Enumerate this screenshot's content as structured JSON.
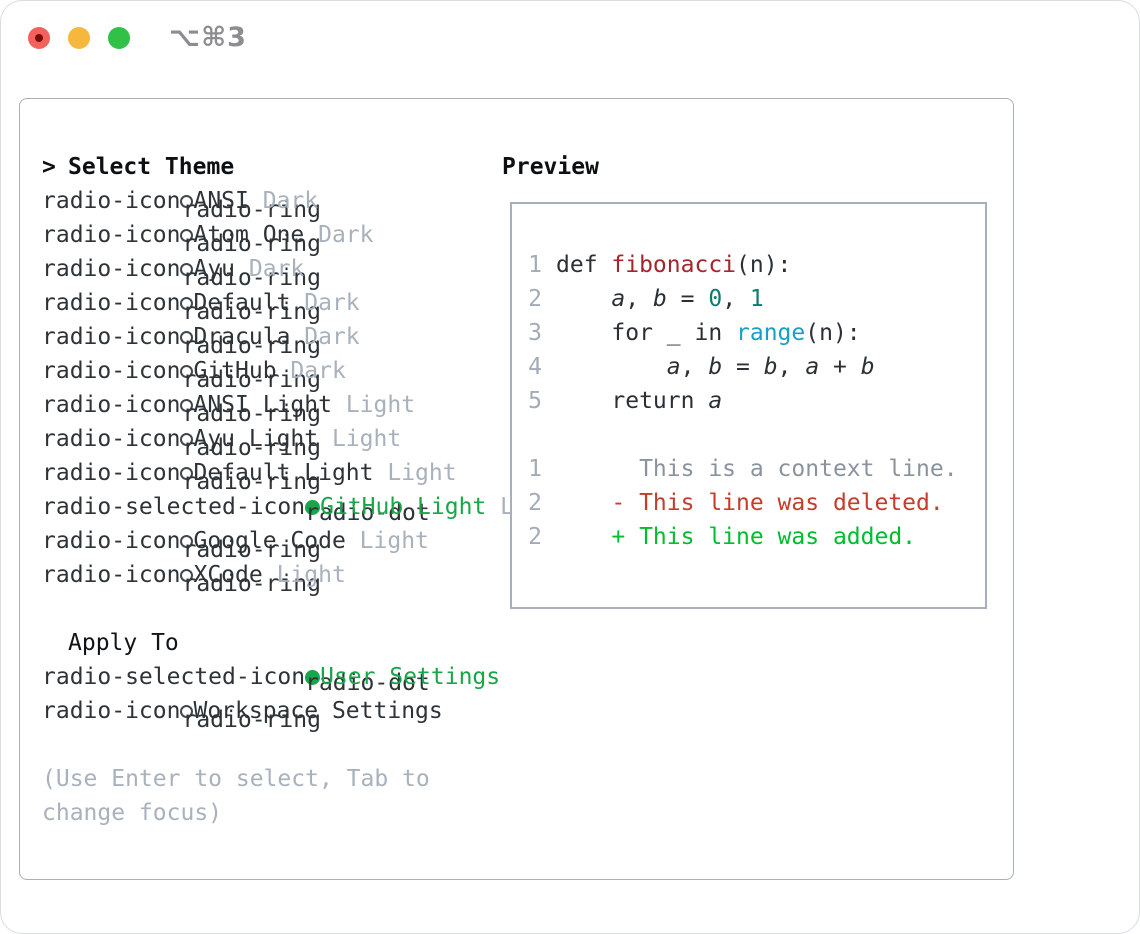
{
  "window": {
    "title": "⌥⌘3",
    "traffic_lights": [
      "close",
      "minimize",
      "zoom"
    ]
  },
  "colors": {
    "selected_green": "#17a74a",
    "diff_added_green": "#00bd2d",
    "diff_deleted_red": "#c63c2a",
    "diff_context_gray": "#8a939d",
    "function_red": "#a6252b",
    "builtin_blue": "#16a0c6",
    "number_teal": "#0f7b6f",
    "muted_gray": "#a8b1bc",
    "line_number_gray": "#a2abb6",
    "panel_border": "#a7b0ba",
    "traffic_red": "#f2615c",
    "traffic_yellow": "#f6b73f",
    "traffic_green": "#30c146"
  },
  "panel": {
    "left": {
      "header": {
        "prompt": ">",
        "label": "Select Theme"
      },
      "themes": [
        {
          "name": "ANSI",
          "variant": "Dark",
          "selected": false
        },
        {
          "name": "Atom One",
          "variant": "Dark",
          "selected": false
        },
        {
          "name": "Ayu",
          "variant": "Dark",
          "selected": false
        },
        {
          "name": "Default",
          "variant": "Dark",
          "selected": false
        },
        {
          "name": "Dracula",
          "variant": "Dark",
          "selected": false
        },
        {
          "name": "GitHub",
          "variant": "Dark",
          "selected": false
        },
        {
          "name": "ANSI Light",
          "variant": "Light",
          "selected": false
        },
        {
          "name": "Ayu Light",
          "variant": "Light",
          "selected": false
        },
        {
          "name": "Default Light",
          "variant": "Light",
          "selected": false
        },
        {
          "name": "GitHub Light",
          "variant": "Light",
          "selected": true
        },
        {
          "name": "Google Code",
          "variant": "Light",
          "selected": false
        },
        {
          "name": "XCode",
          "variant": "Light",
          "selected": false
        }
      ],
      "apply_to": {
        "label": "Apply To",
        "options": [
          {
            "name": "User Settings",
            "selected": true
          },
          {
            "name": "Workspace Settings",
            "selected": false
          }
        ]
      },
      "hint_lines": [
        "(Use Enter to select, Tab to",
        "change focus)"
      ]
    },
    "preview": {
      "label": "Preview",
      "code_lines": [
        {
          "num": "1",
          "tokens": [
            {
              "t": "def ",
              "s": "p"
            },
            {
              "t": "fibonacci",
              "s": "fn"
            },
            {
              "t": "(n):",
              "s": "p"
            }
          ]
        },
        {
          "num": "2",
          "tokens": [
            {
              "t": "    ",
              "s": "p"
            },
            {
              "t": "a",
              "s": "v"
            },
            {
              "t": ", ",
              "s": "p"
            },
            {
              "t": "b",
              "s": "v"
            },
            {
              "t": " = ",
              "s": "p"
            },
            {
              "t": "0",
              "s": "n"
            },
            {
              "t": ", ",
              "s": "p"
            },
            {
              "t": "1",
              "s": "n"
            }
          ]
        },
        {
          "num": "3",
          "tokens": [
            {
              "t": "    for _ in ",
              "s": "p"
            },
            {
              "t": "range",
              "s": "b"
            },
            {
              "t": "(n):",
              "s": "p"
            }
          ]
        },
        {
          "num": "4",
          "tokens": [
            {
              "t": "        ",
              "s": "p"
            },
            {
              "t": "a",
              "s": "v"
            },
            {
              "t": ", ",
              "s": "p"
            },
            {
              "t": "b",
              "s": "v"
            },
            {
              "t": " = ",
              "s": "p"
            },
            {
              "t": "b",
              "s": "v"
            },
            {
              "t": ", ",
              "s": "p"
            },
            {
              "t": "a",
              "s": "v"
            },
            {
              "t": " + ",
              "s": "p"
            },
            {
              "t": "b",
              "s": "v"
            }
          ]
        },
        {
          "num": "5",
          "tokens": [
            {
              "t": "    return ",
              "s": "p"
            },
            {
              "t": "a",
              "s": "v"
            }
          ]
        }
      ],
      "diff_lines": [
        {
          "num": "1",
          "marker": " ",
          "text": "This is a context line.",
          "kind": "context"
        },
        {
          "num": "2",
          "marker": "-",
          "text": "This line was deleted.",
          "kind": "deleted"
        },
        {
          "num": "2",
          "marker": "+",
          "text": "This line was added.",
          "kind": "added"
        }
      ]
    }
  }
}
